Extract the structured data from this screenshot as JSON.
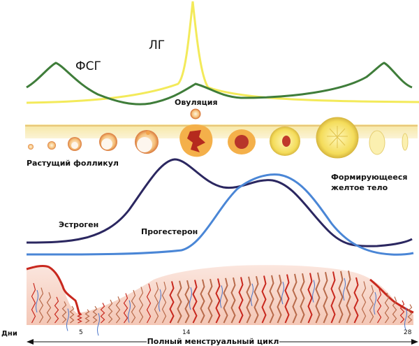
{
  "labels": {
    "fsh": "ФСГ",
    "lh": "ЛГ",
    "ovulation": "Овуляция",
    "growing_follicle": "Растущий фолликул",
    "forming_corpus_line1": "Формирующееся",
    "forming_corpus_line2": "желтое тело",
    "estrogen": "Эстроген",
    "progesterone": "Прогестерон",
    "days": "Дни",
    "cycle": "Полный менструальный цикл"
  },
  "day_ticks": [
    "5",
    "14",
    "28"
  ],
  "colors": {
    "fsh": "#3f7d3a",
    "lh": "#f3ea5a",
    "estrogen": "#2b2760",
    "progesterone": "#4a86d6",
    "ovary_band": "#f7e9a8",
    "follicle": "#f2b35a",
    "corpus": "#f6e06a",
    "endometrium": "#c8281e"
  },
  "icons": {
    "timeline_arrow": "double-arrow-icon"
  }
}
